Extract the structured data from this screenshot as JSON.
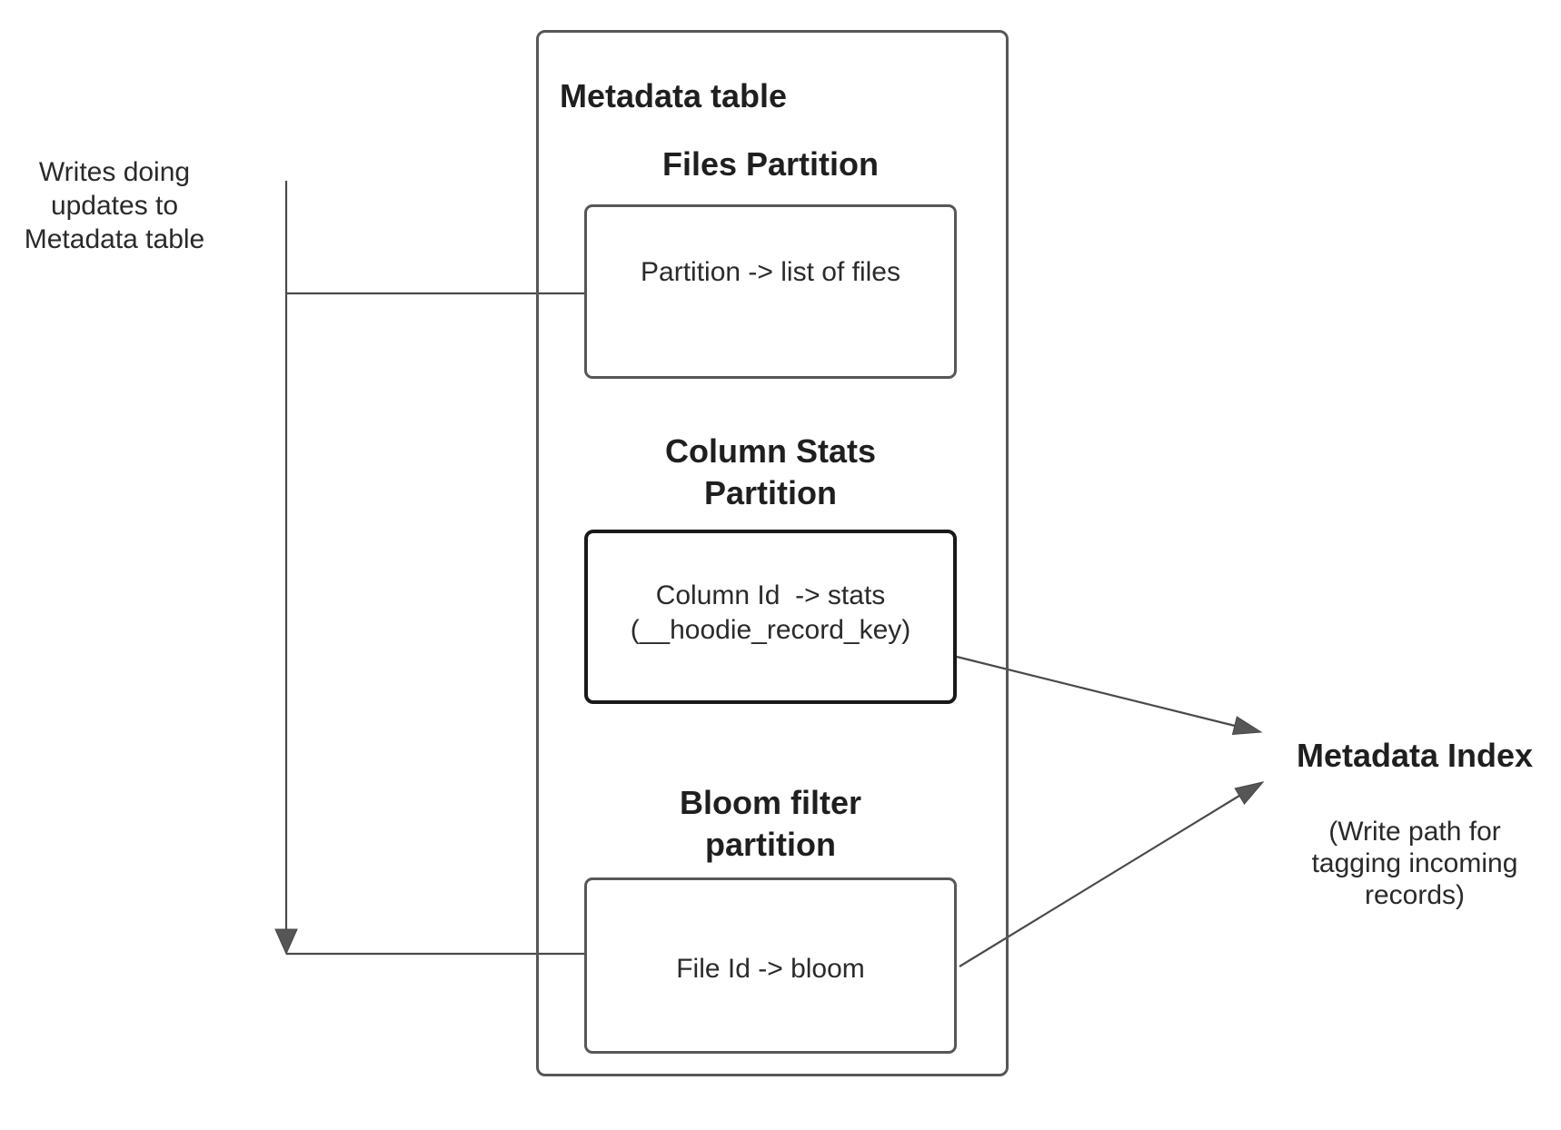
{
  "diagram": {
    "annotation_left": {
      "text": "Writes doing\nupdates to\nMetadata table"
    },
    "metadata_table": {
      "title": "Metadata table",
      "partitions": [
        {
          "heading": "Files Partition",
          "body": "Partition -> list of files"
        },
        {
          "heading": "Column Stats\nPartition",
          "body": "Column Id  -> stats\n(__hoodie_record_key)"
        },
        {
          "heading": "Bloom filter\npartition",
          "body": "File Id -> bloom"
        }
      ]
    },
    "metadata_index": {
      "title": "Metadata Index",
      "subtitle": "(Write path for\ntagging incoming\nrecords)"
    },
    "colors": {
      "line": "#4a4a4a",
      "box_border": "#575757",
      "emphasis_border": "#191919",
      "text": "#242424",
      "background": "#ffffff"
    }
  }
}
